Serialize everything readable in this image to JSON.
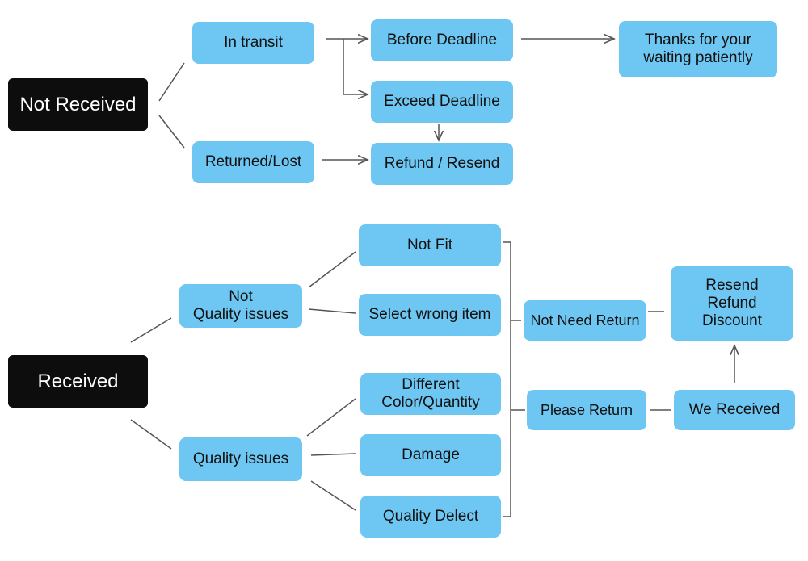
{
  "nodes": {
    "not_received": "Not Received",
    "in_transit": "In transit",
    "returned_lost": "Returned/Lost",
    "before_deadline": "Before Deadline",
    "exceed_deadline": "Exceed Deadline",
    "refund_resend": "Refund / Resend",
    "thanks": "Thanks for your\nwaiting patiently",
    "received": "Received",
    "not_quality": "Not\nQuality issues",
    "quality": "Quality issues",
    "not_fit": "Not Fit",
    "select_wrong": "Select wrong item",
    "different": "Different\nColor/Quantity",
    "damage": "Damage",
    "quality_delect": "Quality Delect",
    "not_need_return": "Not Need Return",
    "please_return": "Please Return",
    "we_received": "We Received",
    "resend_refund_discount": "Resend\nRefund\nDiscount"
  },
  "colors": {
    "node_fill": "#6ec7f2",
    "root_fill": "#0d0d0d",
    "root_text": "#ffffff",
    "node_text": "#111111",
    "connector": "#555555"
  }
}
